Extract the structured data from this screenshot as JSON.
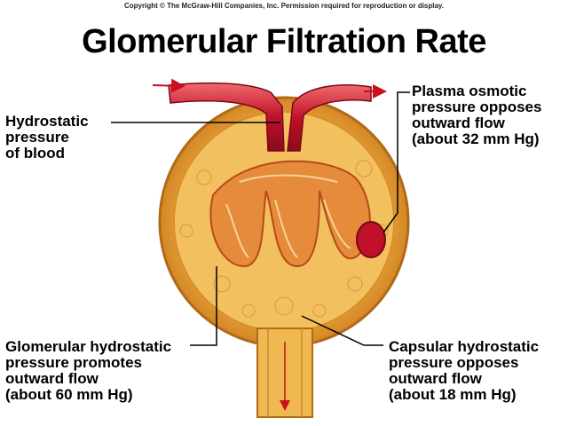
{
  "copyright": "Copyright © The McGraw-Hill Companies, Inc. Permission required for reproduction or display.",
  "title": "Glomerular Filtration Rate",
  "labels": {
    "hydrostatic_blood": [
      "Hydrostatic",
      "pressure",
      "of blood"
    ],
    "plasma_osmotic": [
      "Plasma osmotic",
      "pressure opposes",
      "outward flow",
      "(about 32 mm Hg)"
    ],
    "glomerular_hydrostatic": [
      "Glomerular hydrostatic",
      "pressure promotes",
      "outward flow",
      "(about 60 mm Hg)"
    ],
    "capsular_hydrostatic": [
      "Capsular hydrostatic",
      "pressure opposes",
      "outward flow",
      "(about 18 mm Hg)"
    ]
  },
  "colors": {
    "capsule": "#e9a53a",
    "capsule_light": "#f5c869",
    "vessel": "#c0102a",
    "vessel_light": "#e0505a",
    "arrow": "#c8101e"
  }
}
